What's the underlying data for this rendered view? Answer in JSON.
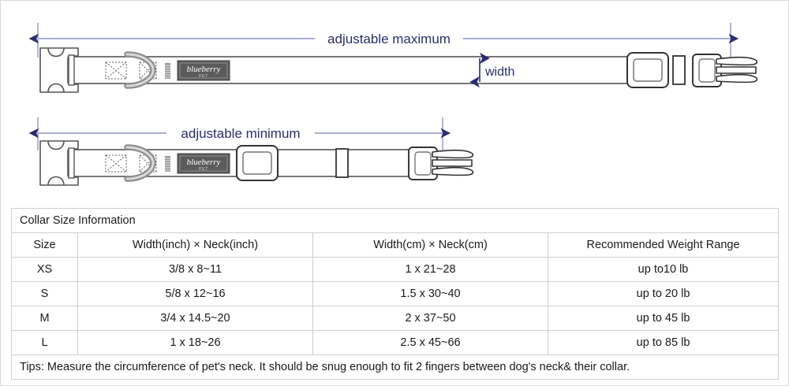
{
  "diagram": {
    "top_dimension_label": "adjustable maximum",
    "bottom_dimension_label": "adjustable minimum",
    "width_label": "width",
    "brand_patch_text": "blueberry",
    "brand_patch_subtext": "PET",
    "accent_color": "#2b2e6e",
    "strap_outline_color": "#555555",
    "patch_color": "#5b5b5b"
  },
  "table": {
    "title": "Collar Size Information",
    "headers": [
      "Size",
      "Width(inch)  ×  Neck(inch)",
      "Width(cm)  ×  Neck(cm)",
      "Recommended Weight Range"
    ],
    "rows": [
      [
        "XS",
        "3/8 x 8~11",
        "1 x 21~28",
        "up to10 lb"
      ],
      [
        "S",
        "5/8 x 12~16",
        "1.5 x 30~40",
        "up to 20 lb"
      ],
      [
        "M",
        "3/4 x 14.5~20",
        "2 x 37~50",
        "up to 45 lb"
      ],
      [
        "L",
        "1 x 18~26",
        "2.5 x 45~66",
        "up to 85 lb"
      ]
    ],
    "tips": "Tips: Measure the circumference of pet's neck. It should be snug enough to fit 2 fingers between dog's neck& their collar."
  }
}
